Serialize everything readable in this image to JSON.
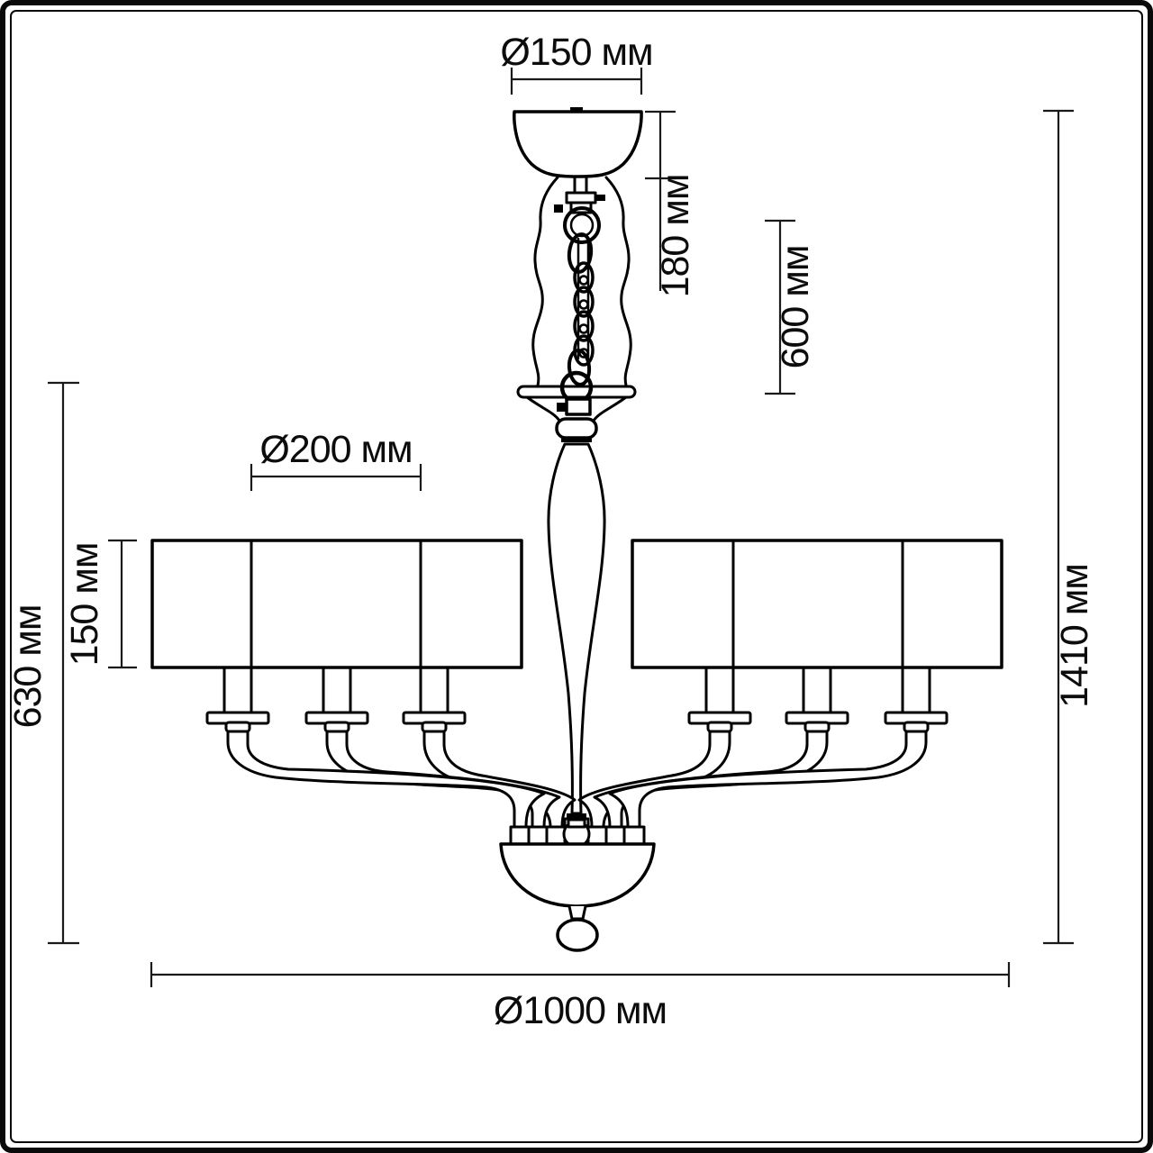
{
  "figure": {
    "kind": "chandelier dimensional drawing",
    "units": "мм"
  },
  "colors": {
    "line": "#000000",
    "dimension_line": "#1a1a1a",
    "background": "#ffffff"
  },
  "dimensions": {
    "canopy_diameter": "Ø150 мм",
    "canopy_height": "180 мм",
    "suspension_length": "600 мм",
    "total_height": "1410 мм",
    "shade_diameter": "Ø200 мм",
    "shade_height": "150 мм",
    "fixture_height": "630 мм",
    "fixture_diameter": "Ø1000 мм"
  }
}
